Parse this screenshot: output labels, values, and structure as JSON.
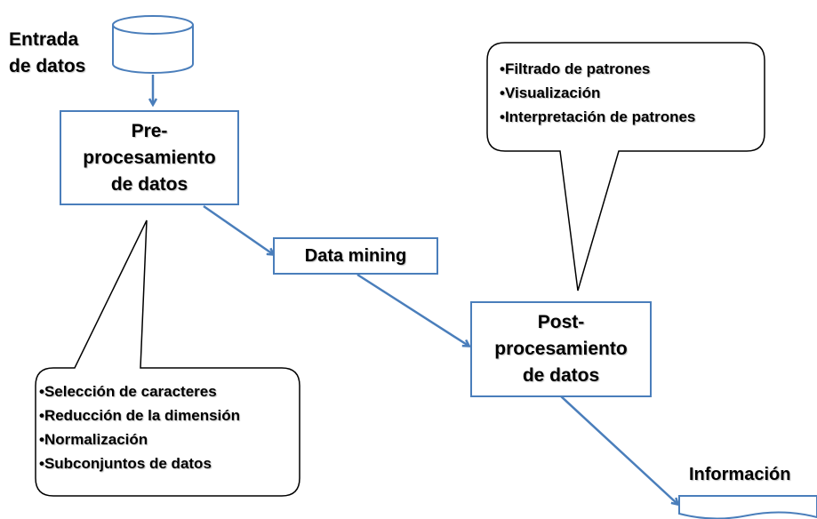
{
  "colors": {
    "stroke": "#4a7ebb",
    "fill": "#ffffff",
    "text": "#000000"
  },
  "nodes": {
    "input": {
      "line1": "Entrada",
      "line2": "de datos"
    },
    "preprocessing": {
      "line1": "Pre-",
      "line2": "procesamiento",
      "line3": "de datos"
    },
    "data_mining": {
      "label": "Data mining"
    },
    "postprocessing": {
      "line1": "Post-",
      "line2": "procesamiento",
      "line3": "de datos"
    },
    "output": {
      "label": "Información"
    }
  },
  "callouts": {
    "preprocessing_steps": [
      "•Selección de caracteres",
      "•Reducción de la dimensión",
      "•Normalización",
      "•Subconjuntos de datos"
    ],
    "postprocessing_steps": [
      "•Filtrado de patrones",
      "•Visualización",
      "•Interpretación de patrones"
    ]
  }
}
